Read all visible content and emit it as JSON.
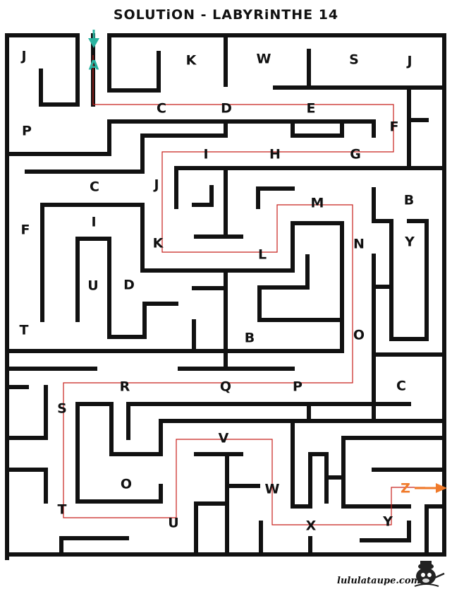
{
  "title": "SOLUTiON - LABYRiNTHE 14",
  "credit": "lululataupe.com",
  "logo_icon": "mole-mascot-icon",
  "colors": {
    "wall": "#111111",
    "path": "#c8201c",
    "start_arrow": "#2bb3a0",
    "exit": "#f07a2a",
    "letter": "#111111"
  },
  "start_letter": "A",
  "exit_letter": "Z",
  "letters": [
    "J",
    "K",
    "W",
    "S",
    "J",
    "C",
    "D",
    "E",
    "P",
    "F",
    "I",
    "H",
    "G",
    "C",
    "J",
    "M",
    "B",
    "F",
    "I",
    "K",
    "N",
    "Y",
    "L",
    "U",
    "D",
    "T",
    "B",
    "O",
    "R",
    "Q",
    "P",
    "C",
    "S",
    "V",
    "O",
    "W",
    "T",
    "U",
    "X",
    "Y"
  ],
  "solution_path": [
    "A",
    "C",
    "D",
    "E",
    "F",
    "G",
    "H",
    "I",
    "K",
    "L",
    "M",
    "N",
    "O",
    "P",
    "Q",
    "R",
    "S",
    "T",
    "U",
    "V",
    "W",
    "X",
    "Y",
    "Z"
  ]
}
